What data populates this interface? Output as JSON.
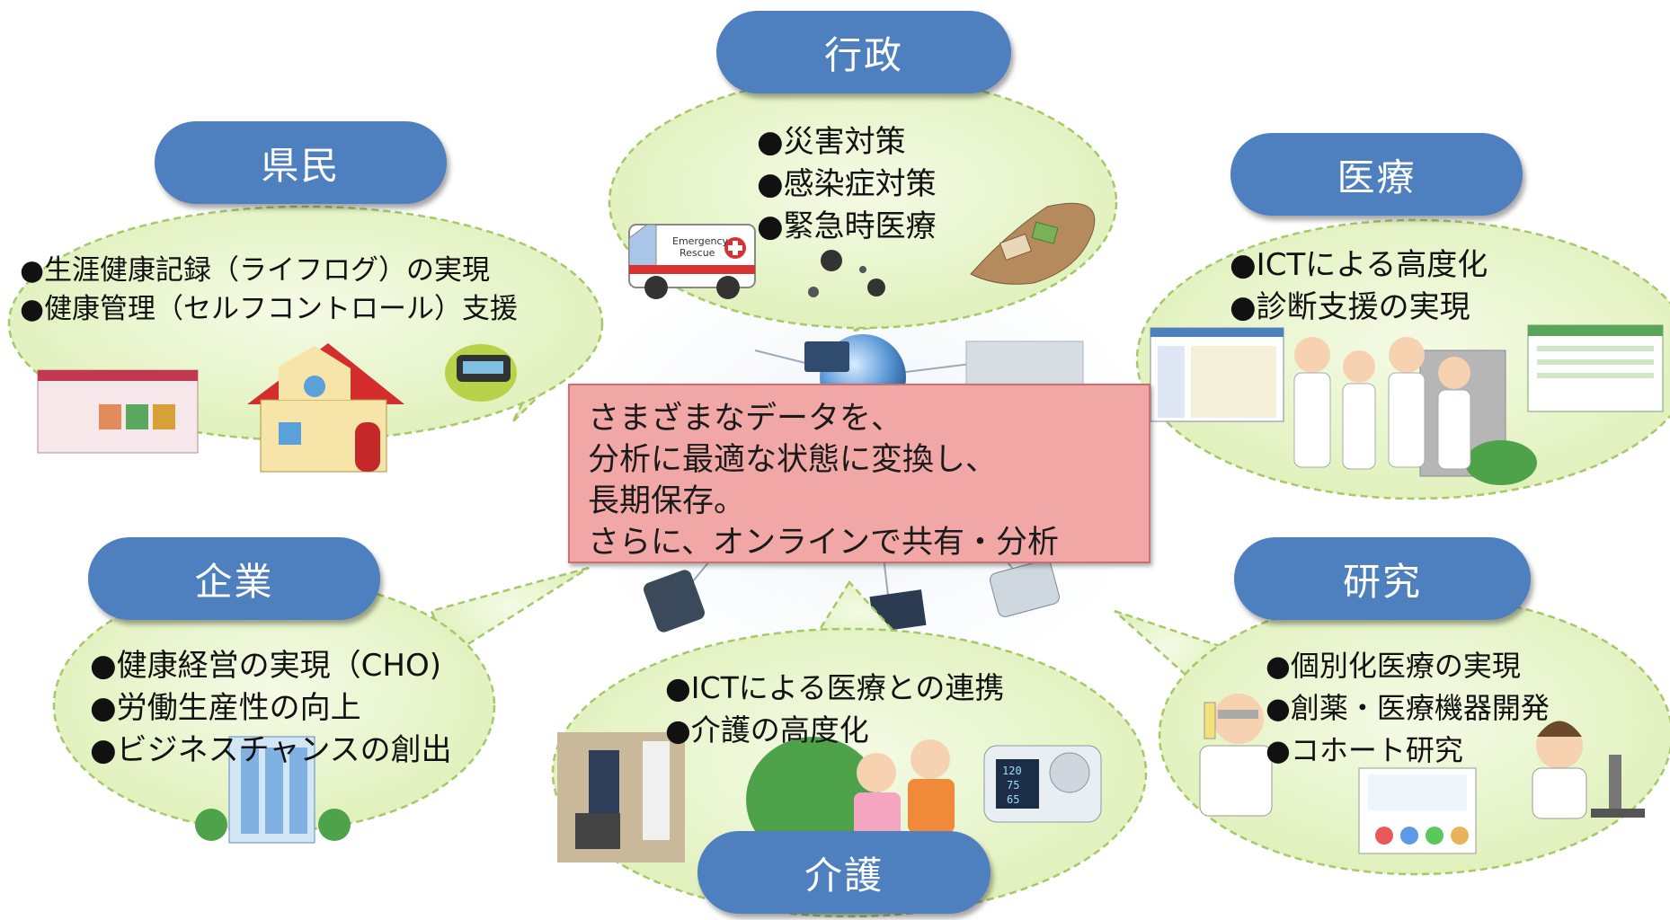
{
  "center": {
    "lines": [
      "さまざまなデータを、",
      "分析に最適な状態に変換し、",
      "長期保存。",
      "さらに、オンラインで共有・分析"
    ]
  },
  "groups": {
    "gyousei": {
      "label": "行政",
      "items": [
        "災害対策",
        "感染症対策",
        "緊急時医療"
      ]
    },
    "kenmin": {
      "label": "県民",
      "items": [
        "生涯健康記録（ライフログ）の実現",
        "健康管理（セルフコントロール）支援"
      ]
    },
    "iryou": {
      "label": "医療",
      "items": [
        "ICTによる高度化",
        "診断支援の実現"
      ]
    },
    "kigyou": {
      "label": "企業",
      "items": [
        "健康経営の実現（CHO)",
        "労働生産性の向上",
        "ビジネスチャンスの創出"
      ]
    },
    "kenkyuu": {
      "label": "研究",
      "items": [
        "個別化医療の実現",
        "創薬・医療機器開発",
        "コホート研究"
      ]
    },
    "kaigo": {
      "label": "介護",
      "items": [
        "ICTによる医療との連携",
        "介護の高度化"
      ]
    }
  },
  "picture_text": {
    "ambulance": [
      "Emergency",
      "Rescue"
    ],
    "bp_monitor": [
      "120",
      "75",
      "65"
    ]
  },
  "colors": {
    "pill": "#4e7fbf",
    "bubble_fill": "#e6f5c4",
    "bubble_border": "#a6c86a",
    "center_fill": "#f2a7a7"
  }
}
